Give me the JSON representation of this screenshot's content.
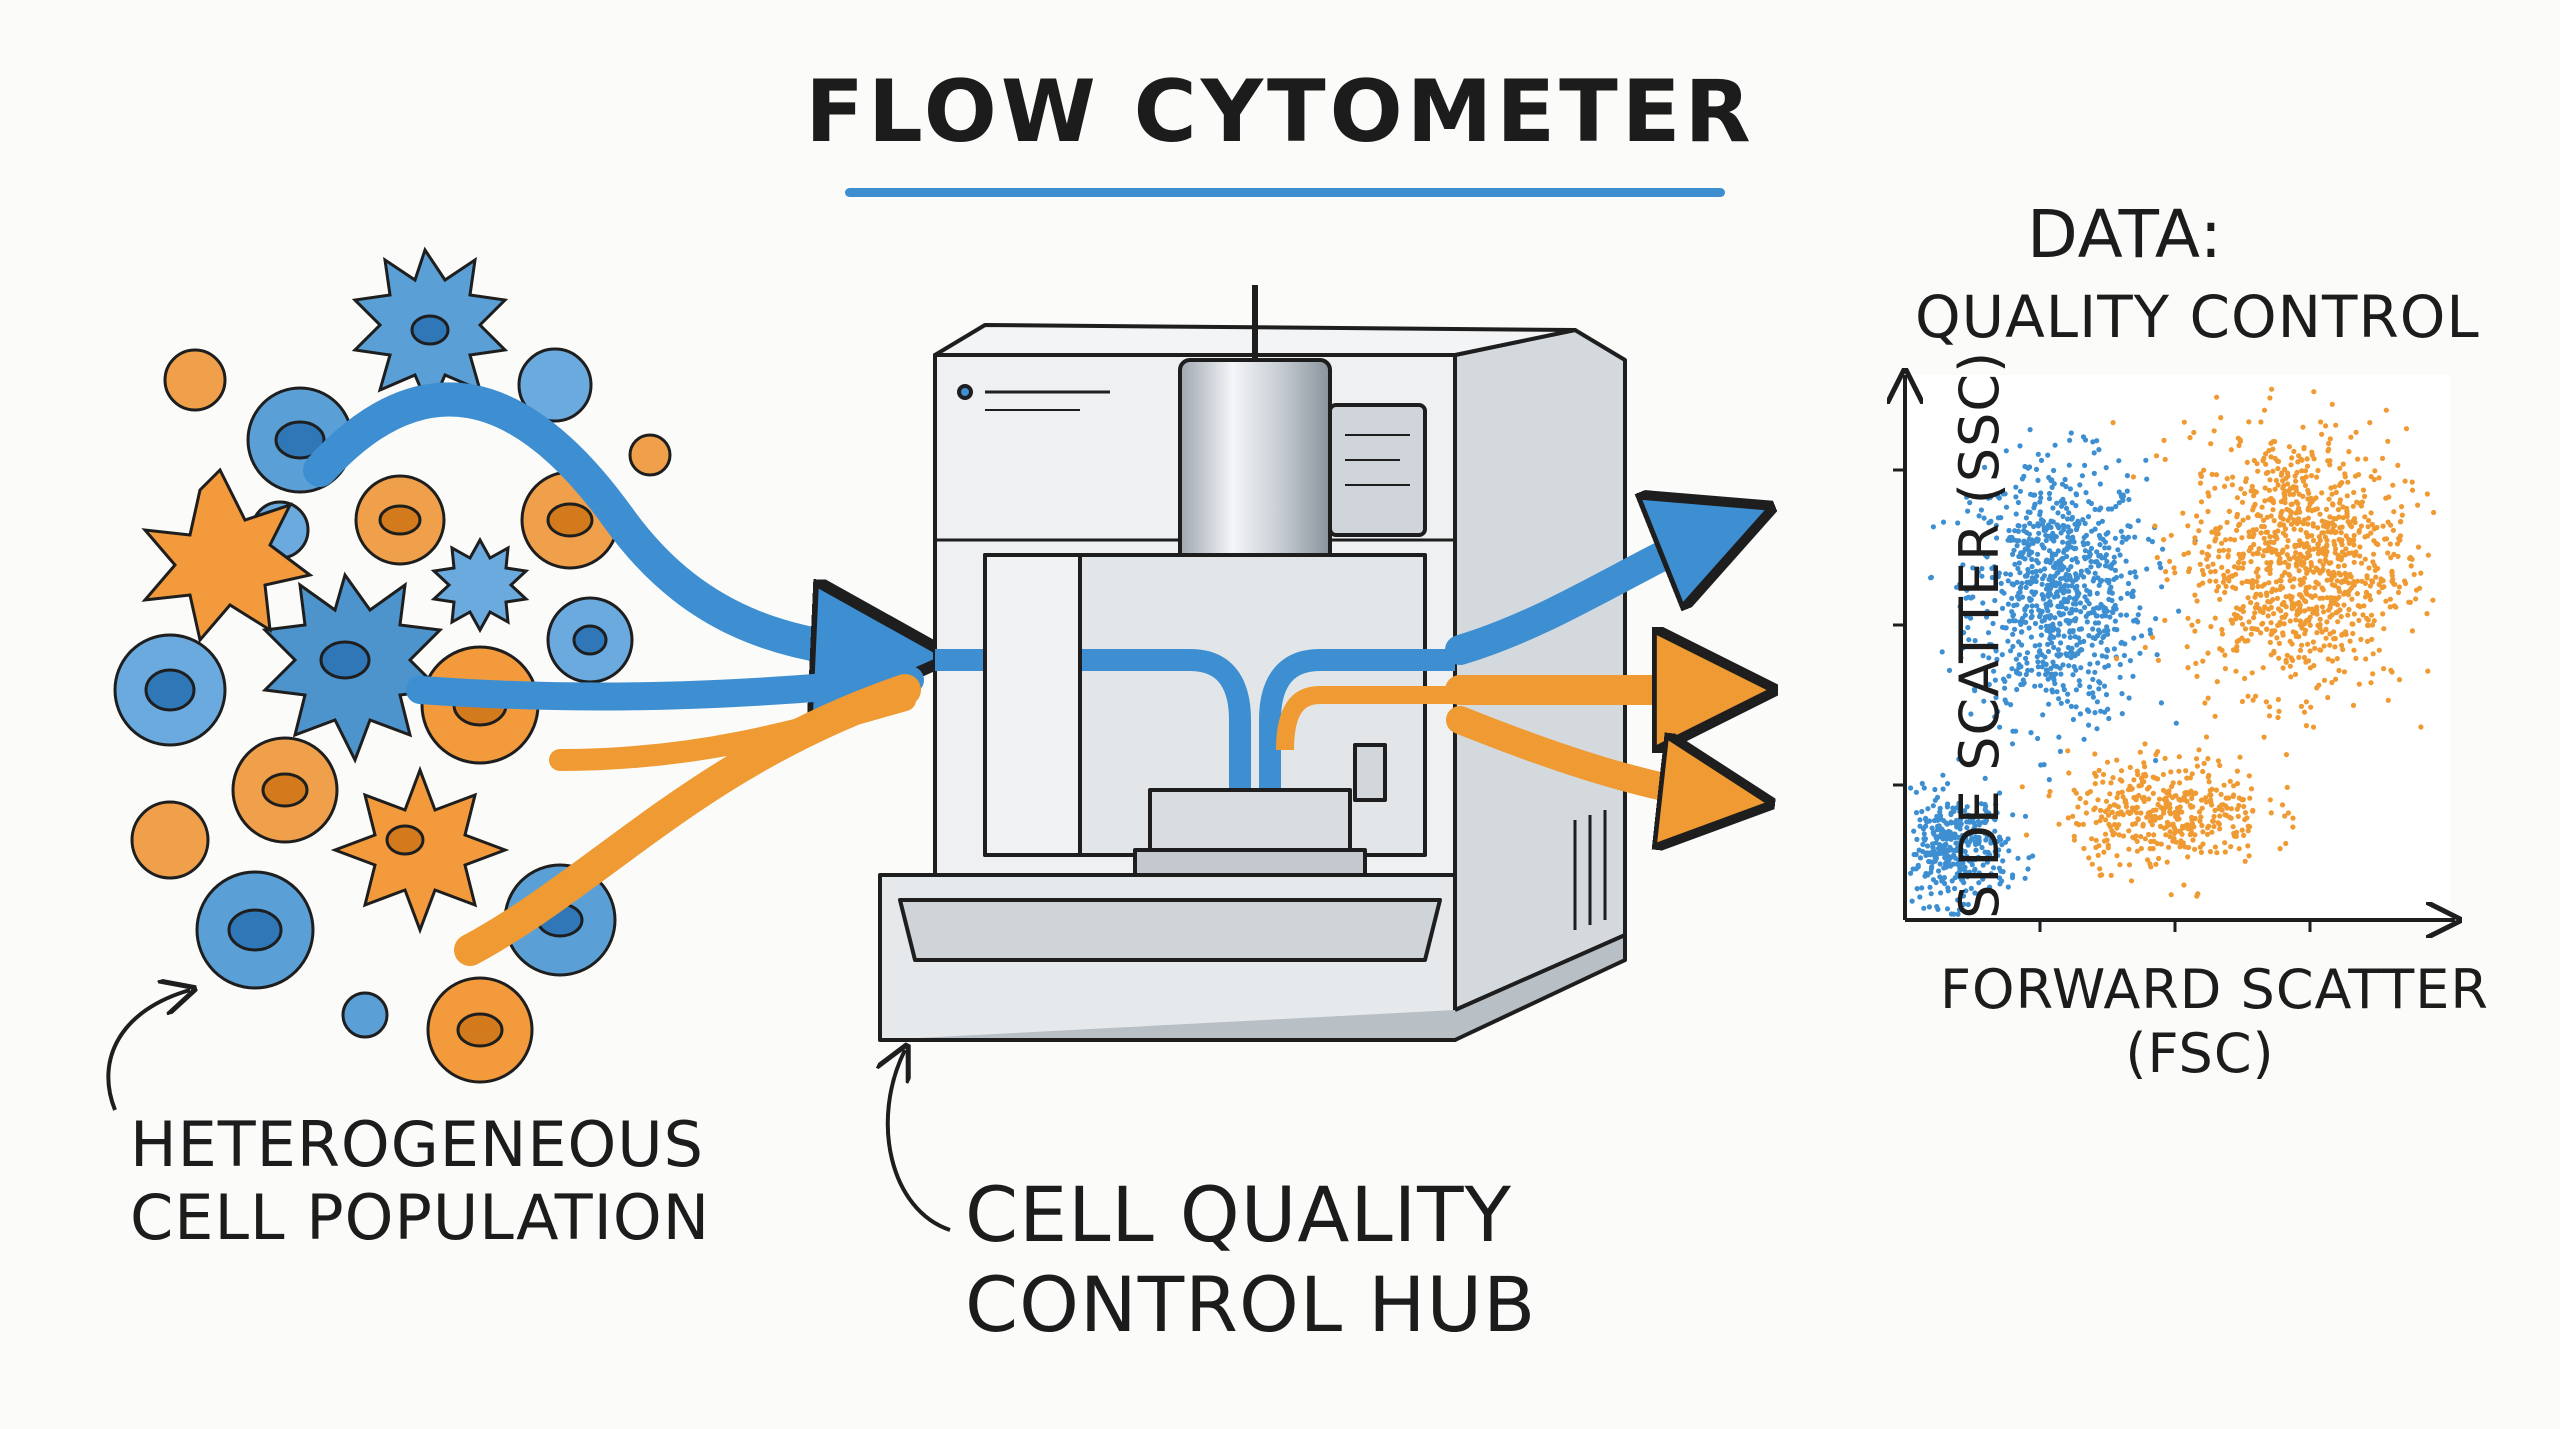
{
  "title": "FLOW CYTOMETER",
  "cell_population_label": [
    "HETEROGENEOUS",
    "CELL POPULATION"
  ],
  "hub_label": [
    "CELL QUALITY",
    "CONTROL HUB"
  ],
  "data_panel": {
    "title": "DATA:",
    "subtitle": "QUALITY CONTROL",
    "x_axis_label": [
      "FORWARD SCATTER",
      "(FSC)"
    ],
    "y_axis_label": "SIDE SCATTER (SSC)"
  },
  "colors": {
    "blue": "#3d8fd1",
    "orange": "#ef9a32",
    "ink": "#1e1e1e",
    "machine": "#eceef0"
  },
  "chart_data": {
    "type": "scatter",
    "xlabel": "FORWARD SCATTER (FSC)",
    "ylabel": "SIDE SCATTER (SSC)",
    "title": "",
    "xlim": [
      0,
      100
    ],
    "ylim": [
      0,
      100
    ],
    "grid": false,
    "series": [
      {
        "color": "#3d8fd1",
        "clusters": [
          {
            "center": [
              28,
              60
            ],
            "spread": [
              8,
              12
            ],
            "n": 900
          },
          {
            "center": [
              9,
              13
            ],
            "spread": [
              5,
              5
            ],
            "n": 380
          }
        ]
      },
      {
        "color": "#ef9a32",
        "clusters": [
          {
            "center": [
              72,
              66
            ],
            "spread": [
              10,
              12
            ],
            "n": 1100
          },
          {
            "center": [
              48,
              20
            ],
            "spread": [
              9,
              5
            ],
            "n": 420
          }
        ]
      }
    ]
  }
}
